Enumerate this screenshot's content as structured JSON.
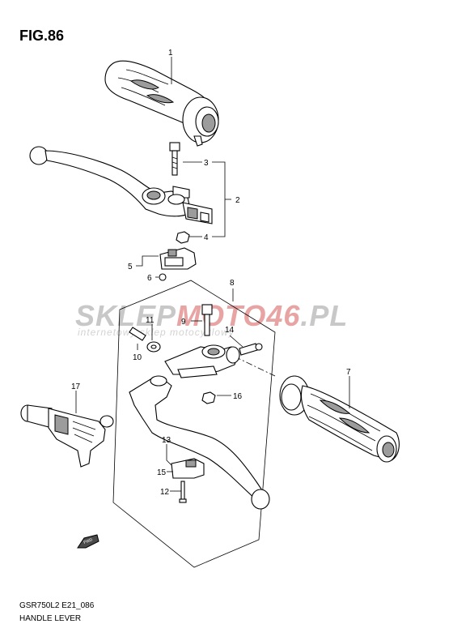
{
  "figure": {
    "title": "FIG.86",
    "model_code": "GSR750L2 E21_086",
    "name": "HANDLE LEVER"
  },
  "watermark": {
    "text_part1": "SKLEP",
    "text_part2": "MOTO46",
    "text_part3": ".PL",
    "tagline": "internetowy sklep motocyklowy",
    "color_grey": "#c8c8c8",
    "color_red": "#e8a3a3"
  },
  "callouts": [
    "1",
    "2",
    "3",
    "4",
    "5",
    "6",
    "7",
    "8",
    "9",
    "10",
    "11",
    "12",
    "13",
    "14",
    "15",
    "16",
    "17"
  ],
  "fwd_label": "FWD"
}
